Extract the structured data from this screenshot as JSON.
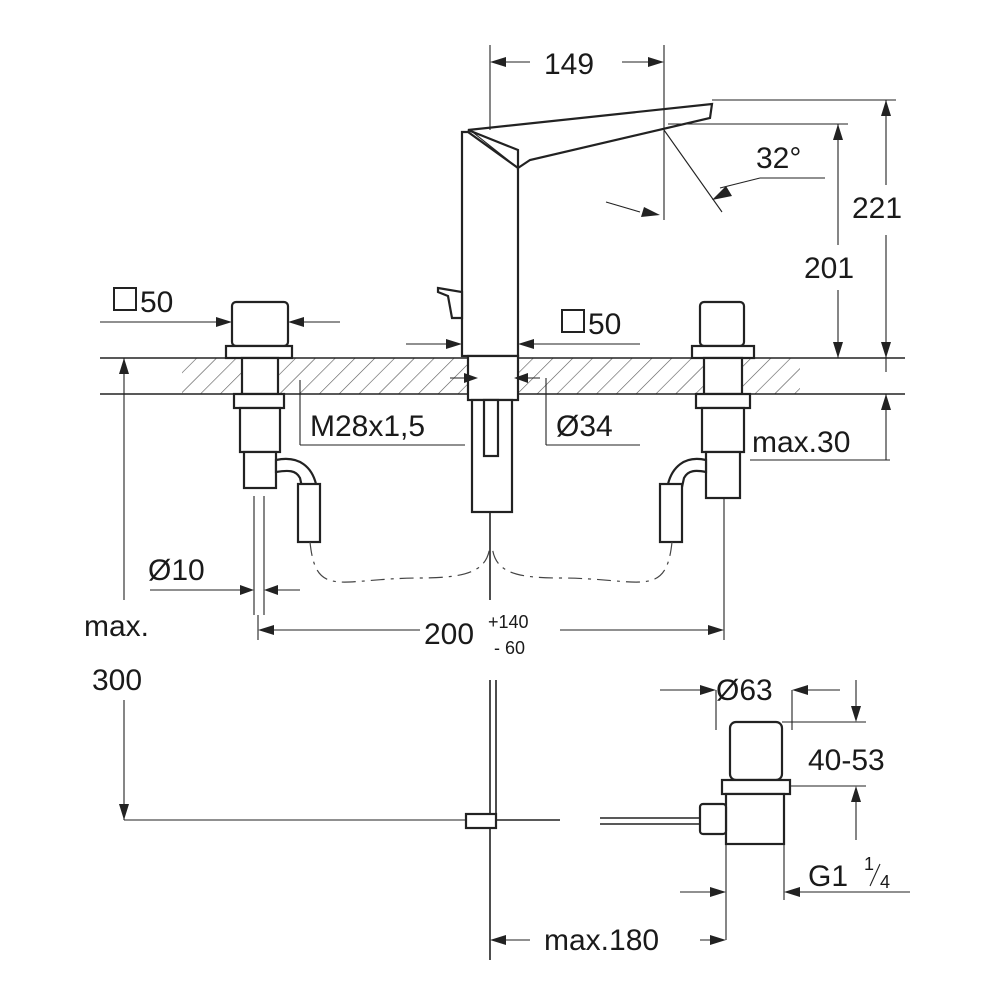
{
  "dimensions": {
    "spout_reach": "149",
    "spout_angle": "32°",
    "total_height": "221",
    "spout_height": "201",
    "handle_square_left": "50",
    "handle_square_center": "50",
    "thread": "M28x1,5",
    "hole_diameter": "Ø34",
    "max_thickness": "max.30",
    "supply_diameter": "Ø10",
    "spread_base": "200",
    "spread_plus": "+140",
    "spread_minus": "- 60",
    "max_label": "max.",
    "max_height": "300",
    "drain_diameter": "Ø63",
    "drain_range": "40-53",
    "drain_thread": "G1",
    "drain_thread_fraction_num": "1",
    "drain_thread_fraction_den": "4",
    "pop_up_reach": "max.180"
  },
  "colors": {
    "line": "#222222",
    "background": "#ffffff",
    "hatch": "#555555"
  }
}
